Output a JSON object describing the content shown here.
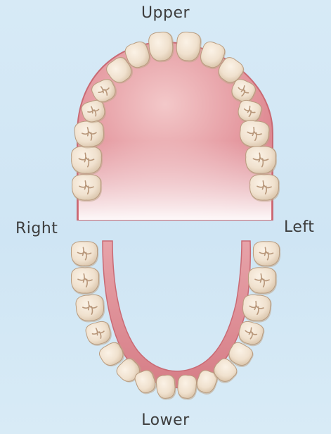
{
  "labels": {
    "upper": "Upper",
    "lower": "Lower",
    "right": "Right",
    "left": "Left"
  },
  "colors": {
    "background": "#d3e7f5",
    "gum": "#d9858e",
    "palate": "#e6a0a6",
    "tooth": "#f0e3d2",
    "tooth_shadow": "#c9b49b"
  },
  "upper_arch": {
    "teeth": [
      "third-molar-right",
      "second-molar-right",
      "first-molar-right",
      "second-premolar-right",
      "first-premolar-right",
      "canine-right",
      "lateral-incisor-right",
      "central-incisor-right",
      "central-incisor-left",
      "lateral-incisor-left",
      "canine-left",
      "first-premolar-left",
      "second-premolar-left",
      "first-molar-left",
      "second-molar-left",
      "third-molar-left"
    ]
  },
  "lower_arch": {
    "teeth": [
      "third-molar-right",
      "second-molar-right",
      "first-molar-right",
      "second-premolar-right",
      "first-premolar-right",
      "canine-right",
      "lateral-incisor-right",
      "central-incisor-right",
      "central-incisor-left",
      "lateral-incisor-left",
      "canine-left",
      "first-premolar-left",
      "second-premolar-left",
      "first-molar-left",
      "second-molar-left",
      "third-molar-left"
    ]
  }
}
